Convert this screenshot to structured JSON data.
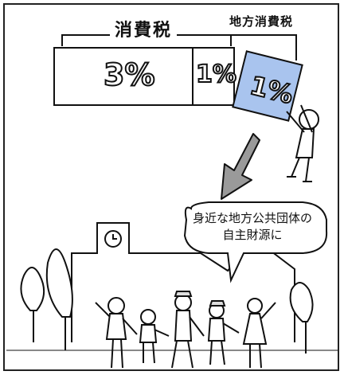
{
  "labels": {
    "consumption_tax": "消費税",
    "local_consumption_tax": "地方消費税"
  },
  "boxes": {
    "national_rate": "3%",
    "local_rate": "1%",
    "transferred_rate": "1%"
  },
  "speech_bubble": {
    "line1": "身近な地方公共団体の",
    "line2": "自主財源に"
  },
  "colors": {
    "accent_blue": "#a9c4ee",
    "arrow_gray": "#9a9a9a",
    "ink": "#111111"
  }
}
